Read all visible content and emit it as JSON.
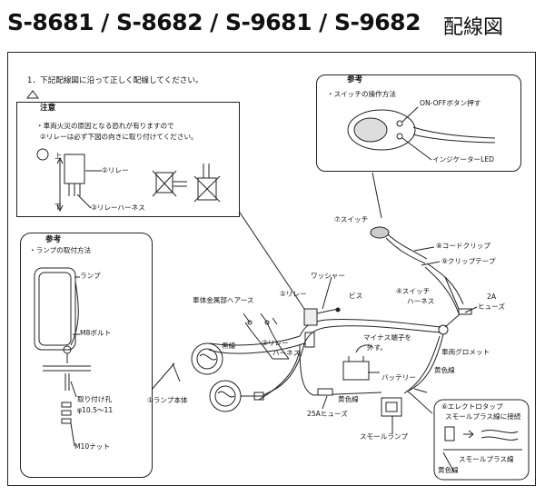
{
  "header": {
    "title": "S-8681 / S-8682 / S-9681 / S-9682",
    "subtitle": "配線図"
  },
  "instruction": "1．下記配線図に沿って正しく配線してください。",
  "caution": {
    "heading": "注意",
    "line1": "・車両火災の原因となる恐れが有りますので",
    "line2": "②リレーは必ず下図の向きに取り付けてください。",
    "up": "上",
    "down": "下",
    "relay": "②リレー",
    "relay_harness": "③リレーハーネス"
  },
  "switch_ref": {
    "heading": "参考",
    "subtitle": "・スイッチの操作方法",
    "button": "ON-OFFボタン押す",
    "led": "インジケーターLED"
  },
  "lamp_ref": {
    "heading": "参考",
    "subtitle": "・ランプの取付方法",
    "lamp": "ランプ",
    "bolt": "M8ボルト",
    "hole_label": "取り付け孔",
    "hole_size": "φ10.5～11",
    "nut": "M10ナット"
  },
  "parts": {
    "switch": "⑦スイッチ",
    "cord_clip": "⑧コードクリップ",
    "clip_tape": "⑨クリップテープ",
    "washer": "ワッシャー",
    "screw": "ビス",
    "switch_harness_1": "④スイッチ",
    "switch_harness_2": "ハーネス",
    "fuse_2a_1": "2A",
    "fuse_2a_2": "ヒューズ",
    "body_ground": "車体金属部へアース",
    "relay": "②リレー",
    "black_wire": "黒線",
    "relay_harness_1": "③リレー",
    "relay_harness_2": "ハーネス",
    "minus_1": "マイナス端子を",
    "minus_2": "外す。",
    "grommet": "車両グロメット",
    "battery": "バッテリー",
    "yellow_wire_1": "黄色線",
    "yellow_wire_2": "黄色線",
    "lamp_body": "①ランプ本体",
    "fuse_25a": "25Aヒューズ",
    "small_lamp": "スモールランプ",
    "etap_1": "⑥エレクトロタップ",
    "etap_2": "スモールプラス線に接続",
    "small_plus": "スモールプラス線",
    "yellow_wire_3": "黄色線"
  }
}
